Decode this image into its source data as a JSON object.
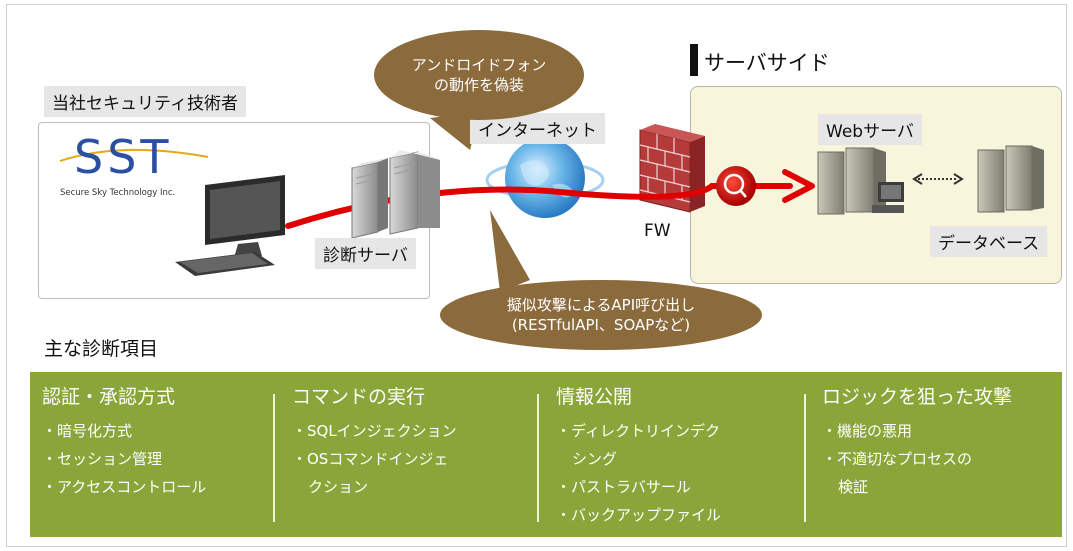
{
  "labels": {
    "company": "当社セキュリティ技術者",
    "server_side": "サーバサイド",
    "diag_server": "診断サーバ",
    "internet": "インターネット",
    "fw": "FW",
    "web_server": "Webサーバ",
    "database": "データベース"
  },
  "logo": {
    "mark": "SST",
    "tagline": "Secure Sky Technology Inc."
  },
  "bubbles": {
    "top": [
      "アンドロイドフォン",
      "の動作を偽装"
    ],
    "bottom": [
      "擬似攻撃によるAPI呼び出し",
      "(RESTfulAPI、SOAPなど)"
    ]
  },
  "diagnosis": {
    "title": "主な診断項目",
    "columns": [
      {
        "heading": "認証・承認方式",
        "items": [
          "・暗号化方式",
          "・セッション管理",
          "・アクセスコントロール"
        ]
      },
      {
        "heading": "コマンドの実行",
        "items": [
          "・SQLインジェクション",
          "・OSコマンドインジェ",
          "クション"
        ]
      },
      {
        "heading": "情報公開",
        "items": [
          "・ディレクトリインデク",
          "シング",
          "・パストラバサール",
          "・バックアップファイル"
        ]
      },
      {
        "heading": "ロジックを狙った攻撃",
        "items": [
          "・機能の悪用",
          "・不適切なプロセスの",
          "検証"
        ]
      }
    ]
  },
  "colors": {
    "green_panel": "#8aa53a",
    "bubble": "#8b6a3c",
    "arrow": "#e00000",
    "server_side_bg": "#f8f5dd"
  }
}
